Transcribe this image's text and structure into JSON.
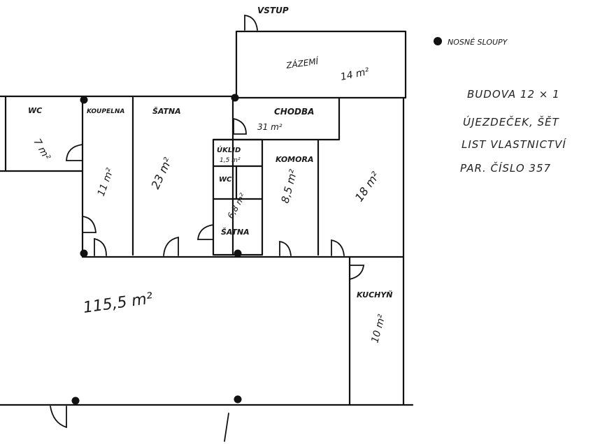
{
  "entrance": "VSTUP",
  "legend": {
    "label": "NOSNÉ SLOUPY"
  },
  "note_lines": [
    "BUDOVA 12 × 1",
    "ÚJEZDEČEK, ŠĚT",
    "LIST VLASTNICTVÍ",
    "PAR. ČÍSLO 357"
  ],
  "rooms": {
    "zazemi": {
      "name": "ZÁZEMÍ",
      "area": "14 m²"
    },
    "wc_left": {
      "name": "WC",
      "area": "7 m²"
    },
    "koupelna": {
      "name": "KOUPELNA",
      "area": "11 m²"
    },
    "satna": {
      "name": "ŠATNA",
      "area": "23 m²"
    },
    "chodba": {
      "name": "CHODBA",
      "area": "31 m²"
    },
    "uklid": {
      "name": "ÚKLID",
      "area": "1,5 m²"
    },
    "wc_small": {
      "name": "WC",
      "area": ""
    },
    "satna_small": {
      "name": "ŠATNA",
      "area": "6,8 m²"
    },
    "komora": {
      "name": "KOMORA",
      "area": "8,5 m²"
    },
    "room_18": {
      "name": "",
      "area": "18 m²"
    },
    "main_hall": {
      "name": "",
      "area": "115,5 m²"
    },
    "kuchyn": {
      "name": "KUCHYŇ",
      "area": "10 m²"
    }
  }
}
